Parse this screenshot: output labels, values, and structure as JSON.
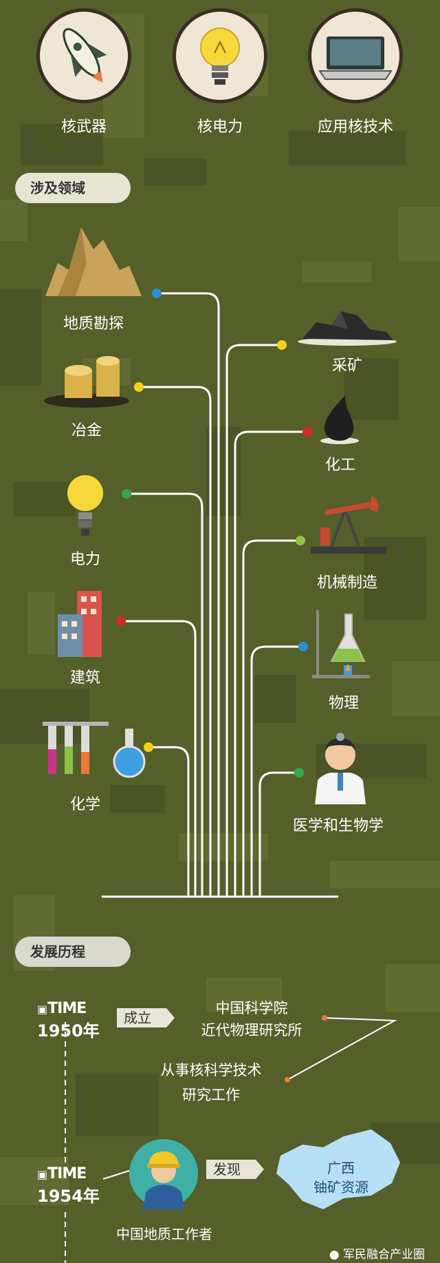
{
  "watermark": "军民融合产业圈",
  "top_items": [
    {
      "label": "核武器",
      "icon": "rocket-icon"
    },
    {
      "label": "核电力",
      "icon": "lightbulb-icon"
    },
    {
      "label": "应用核技术",
      "icon": "laptop-icon"
    }
  ],
  "section1": {
    "title": "涉及领域"
  },
  "fields_left": [
    {
      "label": "地质勘探",
      "icon": "mountain-icon",
      "dot": "#2b8fd4"
    },
    {
      "label": "冶金",
      "icon": "gold-coins-icon",
      "dot": "#f2d21b"
    },
    {
      "label": "电力",
      "icon": "lightbulb-icon",
      "dot": "#2fa84f"
    },
    {
      "label": "建筑",
      "icon": "buildings-icon",
      "dot": "#d8262a"
    },
    {
      "label": "化学",
      "icon": "test-tubes-icon",
      "dot": "#f2d21b"
    }
  ],
  "fields_right": [
    {
      "label": "采矿",
      "icon": "coal-icon",
      "dot": "#f2d21b"
    },
    {
      "label": "化工",
      "icon": "oil-drop-icon",
      "dot": "#d8262a"
    },
    {
      "label": "机械制造",
      "icon": "pumpjack-icon",
      "dot": "#8cc63f"
    },
    {
      "label": "物理",
      "icon": "lab-flask-icon",
      "dot": "#2b8fd4"
    },
    {
      "label": "医学和生物学",
      "icon": "doctor-icon",
      "dot": "#2fa84f"
    }
  ],
  "section2": {
    "title": "发展历程"
  },
  "timeline": [
    {
      "time_label": "TIME",
      "year": "1950年",
      "action": "成立",
      "line1": "中国科学院",
      "line2": "近代物理研究所",
      "sub1": "从事核科学技术",
      "sub2": "研究工作"
    },
    {
      "time_label": "TIME",
      "year": "1954年",
      "action": "发现",
      "person": "中国地质工作者",
      "place1": "广西",
      "place2": "铀矿资源"
    }
  ],
  "footer": {
    "text": "军民融合产业圈"
  },
  "colors": {
    "background": "#545f2a",
    "accent_orange": "#e8793a"
  }
}
